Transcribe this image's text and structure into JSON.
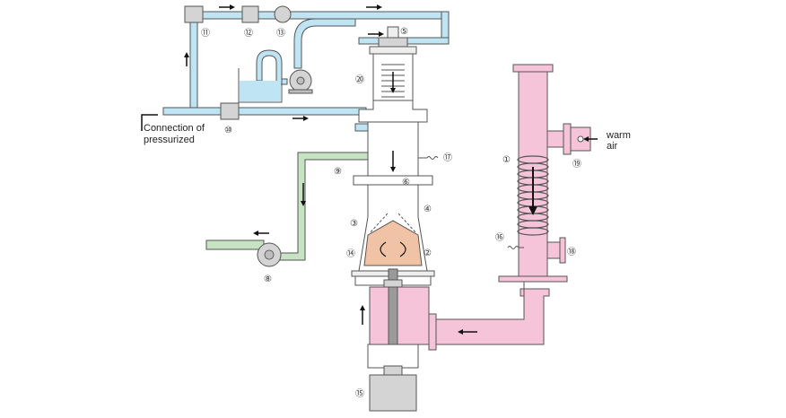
{
  "colors": {
    "liquid_line": "#bfe4f4",
    "exhaust_line": "#c7e3c3",
    "air_line": "#f6c4d8",
    "product": "#f1c3a6",
    "machine_gray": "#d4d4d4",
    "outline": "#555555",
    "arrow": "#111111"
  },
  "labels": {
    "connection_line1": "Connection of",
    "connection_line2": "pressurized",
    "warm_line1": "warm",
    "warm_line2": "air"
  },
  "components": {
    "c1": "①",
    "c2": "②",
    "c3": "③",
    "c4": "④",
    "c5": "⑤",
    "c6": "⑥",
    "c8": "⑧",
    "c9": "⑨",
    "c10": "⑩",
    "c11": "⑪",
    "c12": "⑫",
    "c13": "⑬",
    "c14": "⑭",
    "c15": "⑮",
    "c16": "⑯",
    "c17": "⑰",
    "c18": "⑱",
    "c19": "⑲",
    "c20": "⑳"
  }
}
